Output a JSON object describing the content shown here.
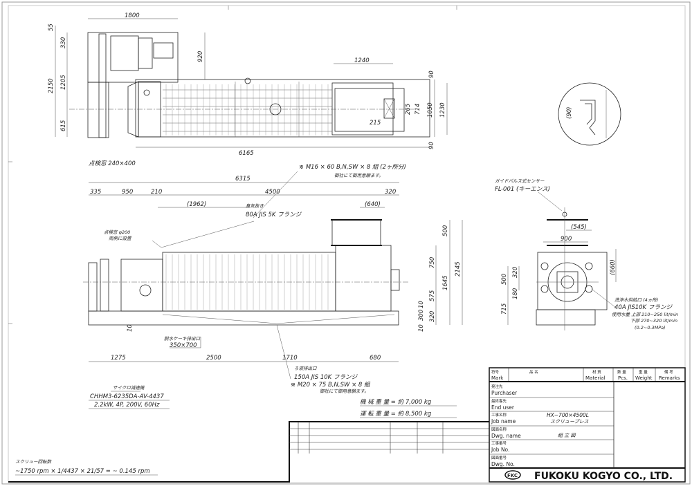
{
  "top_view": {
    "dims": [
      "1800",
      "55",
      "330",
      "920",
      "2150",
      "1205",
      "615",
      "1240",
      "90",
      "265",
      "714",
      "1050",
      "1230",
      "215",
      "90",
      "6165"
    ],
    "inspection_window": "点検窓  240×400"
  },
  "side_view": {
    "dims": [
      "6315",
      "335",
      "950",
      "210",
      "4500",
      "320",
      "(1962)",
      "(640)",
      "500",
      "750",
      "1645",
      "2145",
      "575",
      "320",
      "300",
      "10",
      "10",
      "10",
      "1275",
      "2500",
      "1710",
      "680"
    ],
    "bolt_note_top": "※ M16 × 60  B,N,SW × 8 組 (2ヶ所分)",
    "supply_note_top": "御社にて御用意願ます。",
    "vent_label": "臭気抜き",
    "vent_flange": "80A JIS 5K フランジ",
    "inspection_window_label": "点検窓  φ200",
    "inspection_window_note": "両側に設置",
    "cake_outlet_label": "脱水ケーキ排出口",
    "cake_outlet_size": "350×700",
    "filtrate_outlet_label": "ろ液排出口",
    "filtrate_flange": "150A JIS 10K フランジ",
    "bolt_note_bottom": "※ M20 × 75  B,N,SW × 8 組",
    "supply_note_bottom": "御社にて御用意願ます。"
  },
  "end_view": {
    "sensor_label": "ガイドパルス式センサー",
    "sensor_model": "FL-001 (キーエンス)",
    "dims": [
      "(545)",
      "900",
      "(660)",
      "500",
      "320",
      "180",
      "715"
    ],
    "wash_label": "洗浄水供給口 (4ヵ所)",
    "wash_flange": "40A JIS10K フランジ",
    "usage_upper": "使用水量  上部  210~250 lit/min",
    "usage_lower": "下部  270~320 lit/min",
    "usage_pressure": "(0.2~0.3MPa)"
  },
  "detail": {
    "dim": "(90)"
  },
  "reducer": {
    "title": "サイクロ減速機",
    "model": "CHHM3-6235DA-AV-4437",
    "spec": "2.2kW, 4P, 200V, 60Hz"
  },
  "screw_speed": {
    "title": "スクリュー回転数",
    "formula": "~1750 rpm × 1/4437 × 21/57 = ~ 0.145 rpm"
  },
  "weights": {
    "machine": "機 械 重 量  = 約 7,000 kg",
    "operating": "運 転 重 量  = 約 8,500 kg"
  },
  "title_block": {
    "headers": {
      "mark_jp": "符号",
      "mark": "Mark",
      "name_jp": "品     名",
      "material_jp": "材 質",
      "material": "Material",
      "pcs_jp": "数 量",
      "pcs": "Pcs.",
      "weight_jp": "重 量",
      "weight": "Weight",
      "remarks_jp": "備 考",
      "remarks": "Remarks"
    },
    "rows": [
      {
        "jp": "発注先",
        "en": "Purchaser",
        "value": ""
      },
      {
        "jp": "最終客先",
        "en": "End user",
        "value": ""
      },
      {
        "jp": "工事名称",
        "en": "Job name",
        "value": "HX−700×4500L",
        "value2": "スクリュープレス"
      },
      {
        "jp": "図面名称",
        "en": "Dwg. name",
        "value": "組 立 図"
      },
      {
        "jp": "工事番号",
        "en": "Job No.",
        "value": ""
      },
      {
        "jp": "図面番号",
        "en": "Dwg. No.",
        "value": ""
      }
    ],
    "company_logo": "FKC",
    "company": "FUKOKU KOGYO CO., LTD."
  }
}
